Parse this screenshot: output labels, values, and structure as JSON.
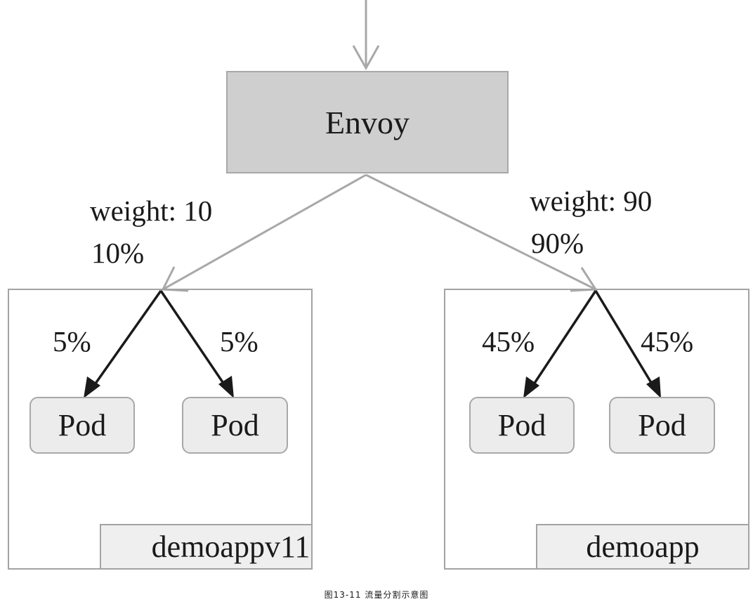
{
  "envoy": {
    "label": "Envoy"
  },
  "routes": [
    {
      "weight_label": "weight: 10",
      "percent_label": "10%"
    },
    {
      "weight_label": "weight: 90",
      "percent_label": "90%"
    }
  ],
  "groups": [
    {
      "name": "demoappv11",
      "pods": [
        {
          "label": "Pod",
          "percent_label": "5%"
        },
        {
          "label": "Pod",
          "percent_label": "5%"
        }
      ]
    },
    {
      "name": "demoapp",
      "pods": [
        {
          "label": "Pod",
          "percent_label": "45%"
        },
        {
          "label": "Pod",
          "percent_label": "45%"
        }
      ]
    }
  ],
  "caption": "图13-11   流量分割示意图",
  "colors": {
    "envoy_fill": "#cfcfcf",
    "pod_fill": "#ececec",
    "tag_fill": "#efefef",
    "grey_stroke": "#a8a8a8",
    "dark_arrow": "#1a1a1a"
  }
}
